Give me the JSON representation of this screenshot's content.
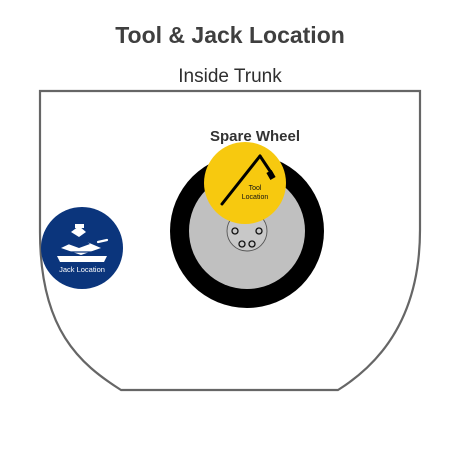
{
  "diagram": {
    "title": "Tool & Jack Location",
    "subtitle": "Inside Trunk",
    "spare_wheel_label": "Spare Wheel",
    "tool_location_line1": "Tool",
    "tool_location_line2": "Location",
    "jack_location_label": "Jack Location"
  },
  "colors": {
    "tool_badge": "#f7c90f",
    "jack_badge": "#0b357c",
    "tire": "#000000",
    "rim": "#c0c0c0",
    "trunk_outline": "#666666"
  },
  "icons": {
    "tool": "lug-wrench-icon",
    "jack": "scissor-jack-icon"
  }
}
